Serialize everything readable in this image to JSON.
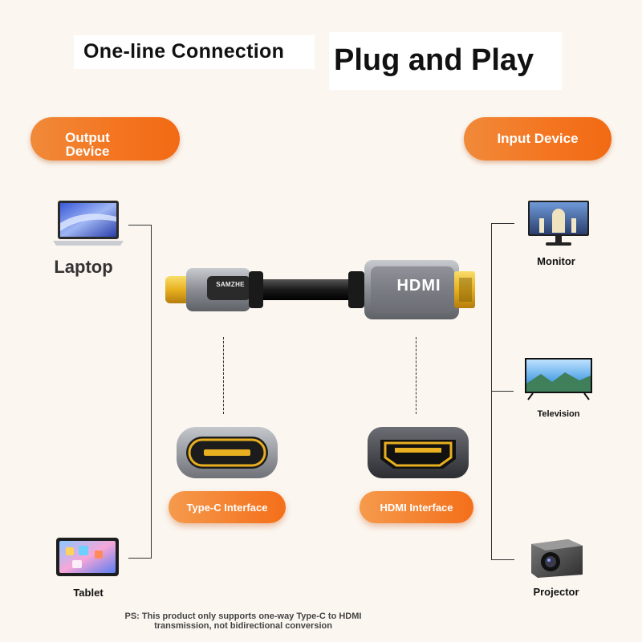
{
  "headline": {
    "left": "One-line Connection",
    "right": "Plug and Play"
  },
  "pills": {
    "output": "Output Device",
    "input": "Input Device"
  },
  "devices": {
    "output": [
      {
        "label": "Laptop",
        "icon": "laptop-icon"
      },
      {
        "label": "Tablet",
        "icon": "tablet-icon"
      }
    ],
    "input": [
      {
        "label": "Monitor",
        "icon": "monitor-icon"
      },
      {
        "label": "Television",
        "icon": "television-icon"
      },
      {
        "label": "Projector",
        "icon": "projector-icon"
      }
    ]
  },
  "cable": {
    "brand": "SAMZHE",
    "hdmi_logo": "HDMI"
  },
  "interfaces": {
    "typec": "Type-C Interface",
    "hdmi": "HDMI Interface"
  },
  "note": "PS: This product only supports one-way Type-C to HDMI transmission, not bidirectional conversion",
  "colors": {
    "accent_orange": "#f4741f",
    "background": "#fbf6f0",
    "connector_gold": "#e8b020",
    "cable_black": "#1a1a1a",
    "housing_gray": "#8a8d93"
  }
}
